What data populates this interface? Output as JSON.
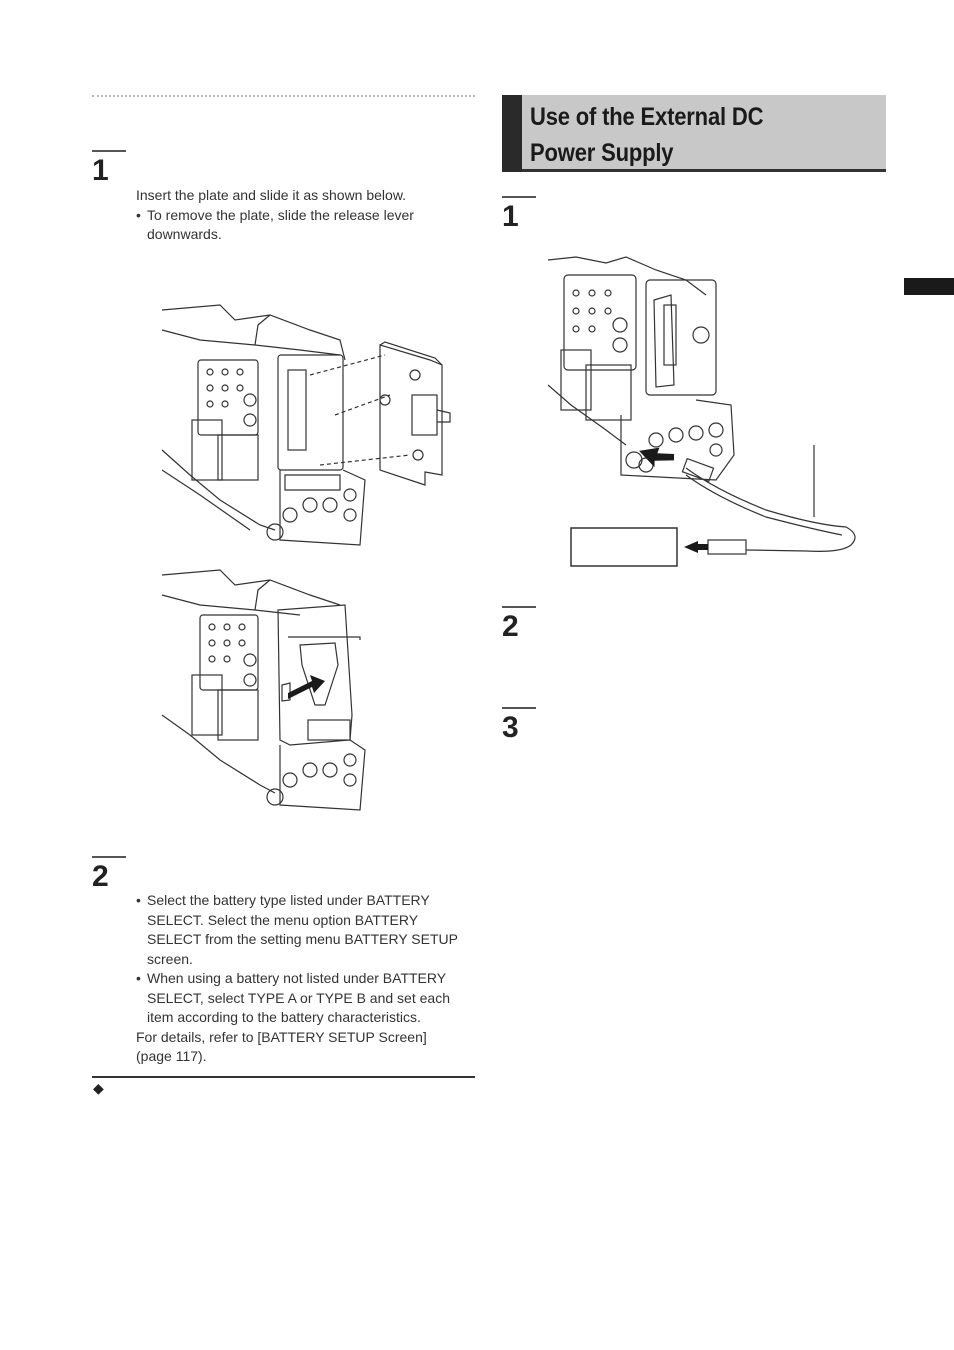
{
  "left_column": {
    "step1": {
      "number": "1",
      "instruction": "Insert the plate and slide it as shown below.",
      "bullet": "To remove the plate, slide the release lever downwards."
    },
    "step2": {
      "number": "2",
      "bullets": [
        "Select the battery type listed under BATTERY SELECT. Select the menu option BATTERY SELECT from the setting menu BATTERY SETUP screen.",
        "When using a battery not listed under BATTERY SELECT, select TYPE A or TYPE B and set each item according to the battery characteristics."
      ],
      "details": "For details, refer to [BATTERY SETUP Screen] (page 117)."
    },
    "note_marker": "◆"
  },
  "right_column": {
    "section_title": "Use of the External DC Power Supply",
    "steps": [
      {
        "number": "1"
      },
      {
        "number": "2"
      },
      {
        "number": "3"
      }
    ]
  }
}
